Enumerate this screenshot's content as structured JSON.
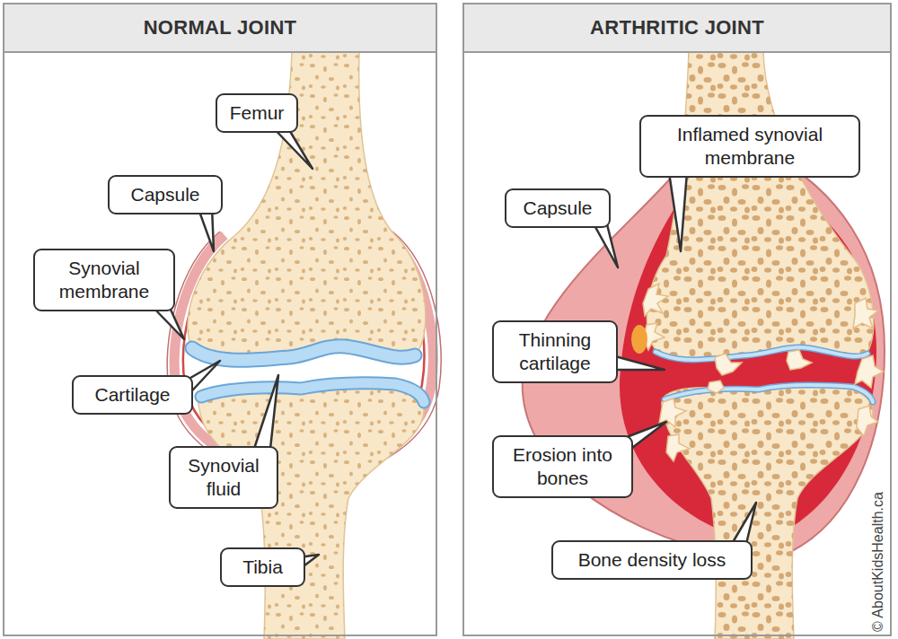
{
  "diagram": {
    "nodes": [
      {
        "text": [
          "NORMAL JOINT"
        ]
      },
      {
        "text": [
          "Femur"
        ],
        "in": 0
      },
      {
        "text": [
          "Capsule"
        ],
        "in": 0
      },
      {
        "text": [
          "Synovial membrane"
        ],
        "in": 0
      },
      {
        "text": [
          "Cartilage"
        ],
        "in": 0
      },
      {
        "text": [
          "Synovial fluid"
        ],
        "in": 0
      },
      {
        "text": [
          "Tibia"
        ],
        "in": 0
      },
      {
        "text": [
          "ARTHRITIC JOINT"
        ]
      },
      {
        "text": [
          "Inflamed synovial membrane"
        ],
        "in": 7
      },
      {
        "text": [
          "Capsule"
        ],
        "in": 7
      },
      {
        "text": [
          "Thinning cartilage"
        ],
        "in": 7
      },
      {
        "text": [
          "Erosion into bones"
        ],
        "in": 7
      },
      {
        "text": [
          "Bone density loss"
        ],
        "in": 7
      }
    ],
    "labels": [
      "© AboutKidsHealth.ca"
    ]
  }
}
